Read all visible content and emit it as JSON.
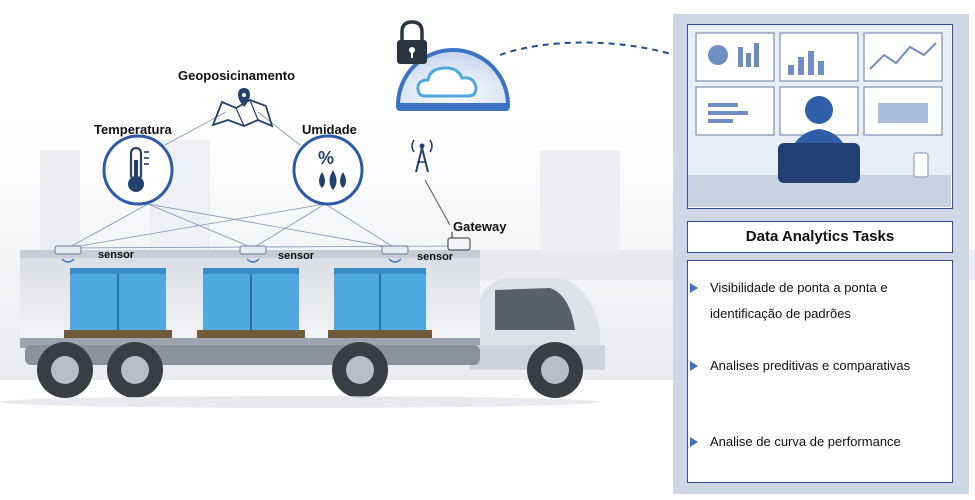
{
  "labels": {
    "geoposicionamento": "Geoposicinamento",
    "temperatura": "Temperatura",
    "umidade": "Umidade",
    "gateway": "Gateway",
    "sensor": "sensor",
    "humidity_symbol": "%"
  },
  "panel": {
    "title": "Data Analytics Tasks",
    "tasks": [
      "Visibilidade de ponta a ponta e identificação de padrões",
      "Analises preditivas e comparativas",
      "Analise de curva de performance"
    ]
  },
  "colors": {
    "accent_blue": "#3b73c4",
    "container_blue": "#4fa9e0",
    "panel_border": "#2f4f8f",
    "panel_bg": "#cfd7e6"
  },
  "icons": [
    "padlock-icon",
    "cloud-icon",
    "map-pin-icon",
    "thermometer-icon",
    "droplets-icon",
    "antenna-tower-icon",
    "gateway-device-icon",
    "sensor-icon",
    "analyst-icon"
  ]
}
